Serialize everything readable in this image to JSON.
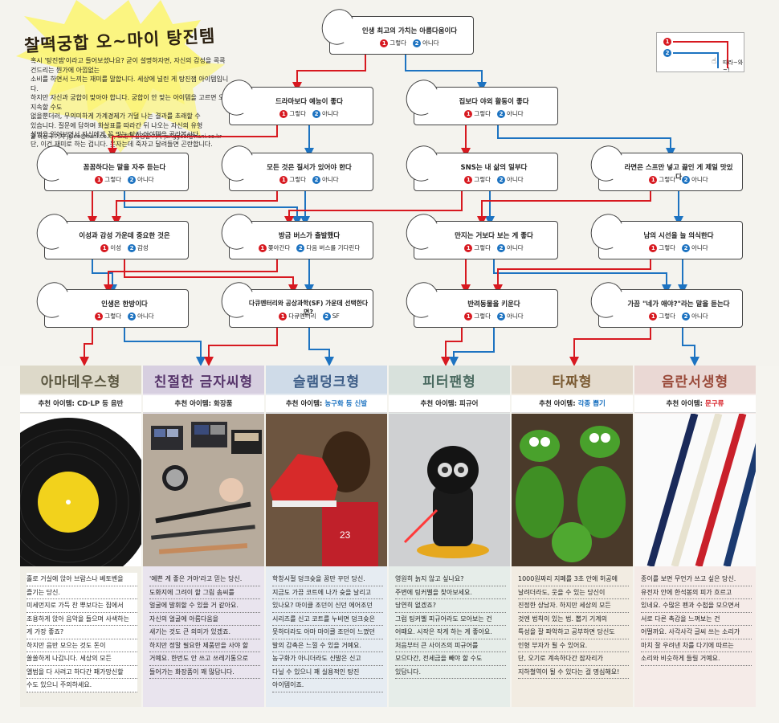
{
  "intro": {
    "title": "찰떡궁합 오~마이 탕진템",
    "lines": [
      "혹시 '탕진잼'이라고 들어보셨나요? 굳이 설명하자면, 자신의 감성을 콕콕 건드리는 뭔가에 아낌없는",
      "소비를 하면서 느끼는 재미를 말합니다. 세상에 널린 게 탕진잼 아이템입니다.",
      "하지만 자신과 궁합이 맞아야 합니다. 궁합이 안 맞는 아이템을 고르면 오래 지속할 수도",
      "없을뿐더러, 무의미하게 가계경제가 거덜 나는 결과를 초래할 수",
      "있습니다. 질문에 답하며 화살표를 따라간 뒤 나오는 자신의 유형",
      "설명을 읽어보면서 자신에게 꼭 맞는 탕진 아이템을 골라봅시다.",
      "단, 이건 재미로 하는 겁니다. 웃자는데 죽자고 달려들면 곤란합니다."
    ],
    "credit": "글 이정국 기자 jglee@hani.co.kr, 그래픽 홍종길 기자 jonggeel@hani.co.kr"
  },
  "legend": {
    "num1": "1",
    "num2": "2",
    "text": "따라~와~!"
  },
  "yes_no": {
    "yes": "그렇다",
    "no": "아니다"
  },
  "nodes": [
    {
      "id": "n0",
      "q": "인생 최고의 가치는 아름다움이다",
      "a1": "그렇다",
      "a2": "아니다"
    },
    {
      "id": "n1",
      "q": "드라마보다 예능이 좋다",
      "a1": "그렇다",
      "a2": "아니다"
    },
    {
      "id": "n2",
      "q": "집보다 야외 활동이 좋다",
      "a1": "그렇다",
      "a2": "아니다"
    },
    {
      "id": "n3",
      "q": "꼼꼼하다는 말을 자주 듣는다",
      "a1": "그렇다",
      "a2": "아니다"
    },
    {
      "id": "n4",
      "q": "모든 것은 질서가 있어야 한다",
      "a1": "그렇다",
      "a2": "아니다"
    },
    {
      "id": "n5",
      "q": "SNS는 내 삶의 일부다",
      "a1": "그렇다",
      "a2": "아니다"
    },
    {
      "id": "n6",
      "q": "라면은 스프만 넣고 끓인 게 제일 맛있다",
      "a1": "그렇다",
      "a2": "아니다"
    },
    {
      "id": "n7",
      "q": "이성과 감성 가운데 중요한 것은",
      "a1": "이성",
      "a2": "감성"
    },
    {
      "id": "n8",
      "q": "방금 버스가 출발했다",
      "a1": "쫓아간다",
      "a2": "다음 버스를 기다린다"
    },
    {
      "id": "n9",
      "q": "만지는 거보다 보는 게 좋다",
      "a1": "그렇다",
      "a2": "아니다"
    },
    {
      "id": "n10",
      "q": "남의 시선을 늘 의식한다",
      "a1": "그렇다",
      "a2": "아니다"
    },
    {
      "id": "n11",
      "q": "인생은 한방이다",
      "a1": "그렇다",
      "a2": "아니다"
    },
    {
      "id": "n12",
      "q": "다큐멘터리와 공상과학(SF) 가운데 선택한다면?",
      "a1": "다큐멘터리",
      "a2": "SF"
    },
    {
      "id": "n13",
      "q": "반려동물을 키운다",
      "a1": "그렇다",
      "a2": "아니다"
    },
    {
      "id": "n14",
      "q": "가끔 \"네가 애야?\"라는 말을 듣는다",
      "a1": "그렇다",
      "a2": "아니다"
    }
  ],
  "rec_label": "추천 아이템:",
  "types": [
    {
      "title": "아마데우스형",
      "item": "CD·LP 등 음반",
      "desc": [
        "홀로 거실에 앉아 브람스나 베토벤을",
        "즐기는 당신.",
        "미세먼지로 가득 찬 뿌보다는 집에서",
        "조용하게 앉아 음악을 들으며 사색하는",
        "게 가장 좋죠?",
        "하지만 음반 모으는 것도 돈이",
        "쏠쏠하게 나갑니다. 세상의 모든",
        "앨범을 다 사려고 하다간 패가망신할",
        "수도 있으니 주의하세요."
      ]
    },
    {
      "title": "친절한 금자씨형",
      "item": "화장품",
      "desc": [
        "'예쁜 게 좋은 거야'라고 믿는 당신.",
        "도화지에 그려이 할 그림 솜씨를",
        "얼굴에 발휘할 수 있을 거 같아요.",
        "자신의 얼굴에 아름다움을",
        "새기는 것도 큰 의미가 있겠죠.",
        "하지만 정말 필요한 제품만을 사야 할",
        "거예요. 한번도 안 쓰고 쓰레기통으로",
        "들어가는 화장품이 꽤 많답니다."
      ]
    },
    {
      "title": "슬램덩크형",
      "item": "농구화 등 신발",
      "desc": [
        "학창시절 덩크슛을 꿈만 꾸던 당신.",
        "지금도 가끔 코트에 나가 슛을 날리고",
        "있나요? 마이클 조던이 신던 에어조던",
        "시리즈를 신고 코트를 누비면 덩크슛은",
        "못하더라도 아마 마이클 조던이 느꼈던",
        "발의 감촉은 느낄 수 있을 거예요.",
        "농구화가 아니더라도 신발은 신고",
        "다닐 수 있으니 꽤 실용적인 탕진",
        "아이템이죠."
      ]
    },
    {
      "title": "피터팬형",
      "item": "피규어",
      "desc": [
        "영원히 늙지 않고 싶나요?",
        "주변에 팅커벨을 찾아보세요.",
        "당연히 없겠죠?",
        "그럼 팅커벨 피규어라도 모아보는 건",
        "어때요. 시작은 작게 하는 게 좋아요.",
        "처음부터 큰 사이즈의 피규어를",
        "모으다간, 전세금을 빼야 할 수도",
        "있답니다."
      ]
    },
    {
      "title": "타짜형",
      "item": "각종 뽑기",
      "desc": [
        "1000원짜리 지폐를 3초 안에 허공에",
        "날려더라도, 웃을 수 있는 당신이",
        "진정한 상남자. 하지만 세상의 모든",
        "것엔 법칙이 있는 법. 뽑기 기계의",
        "특성을 잘 파악하고 공부하면 당신도",
        "인형 부자가 될 수 있어요.",
        "단, 오기로 계속하다간 잠자리가",
        "지하철역이 될 수 있다는 걸 명심해요!"
      ]
    },
    {
      "title": "음란서생형",
      "item": "문구류",
      "desc": [
        "종이를 보면 무언가 쓰고 싶은 당신.",
        "유전자 안에 한석봉의 피가 흐르고",
        "있네요. 수많은 펜과 수첩을 모으면서",
        "서로 다른 촉감을 느껴보는 건",
        "어떨까요. 사각사각 글씨 쓰는 소리가",
        "마치 잘 우려낸 차를 다기에 따르는",
        "소리와 비슷하게 들릴 거예요."
      ]
    }
  ]
}
